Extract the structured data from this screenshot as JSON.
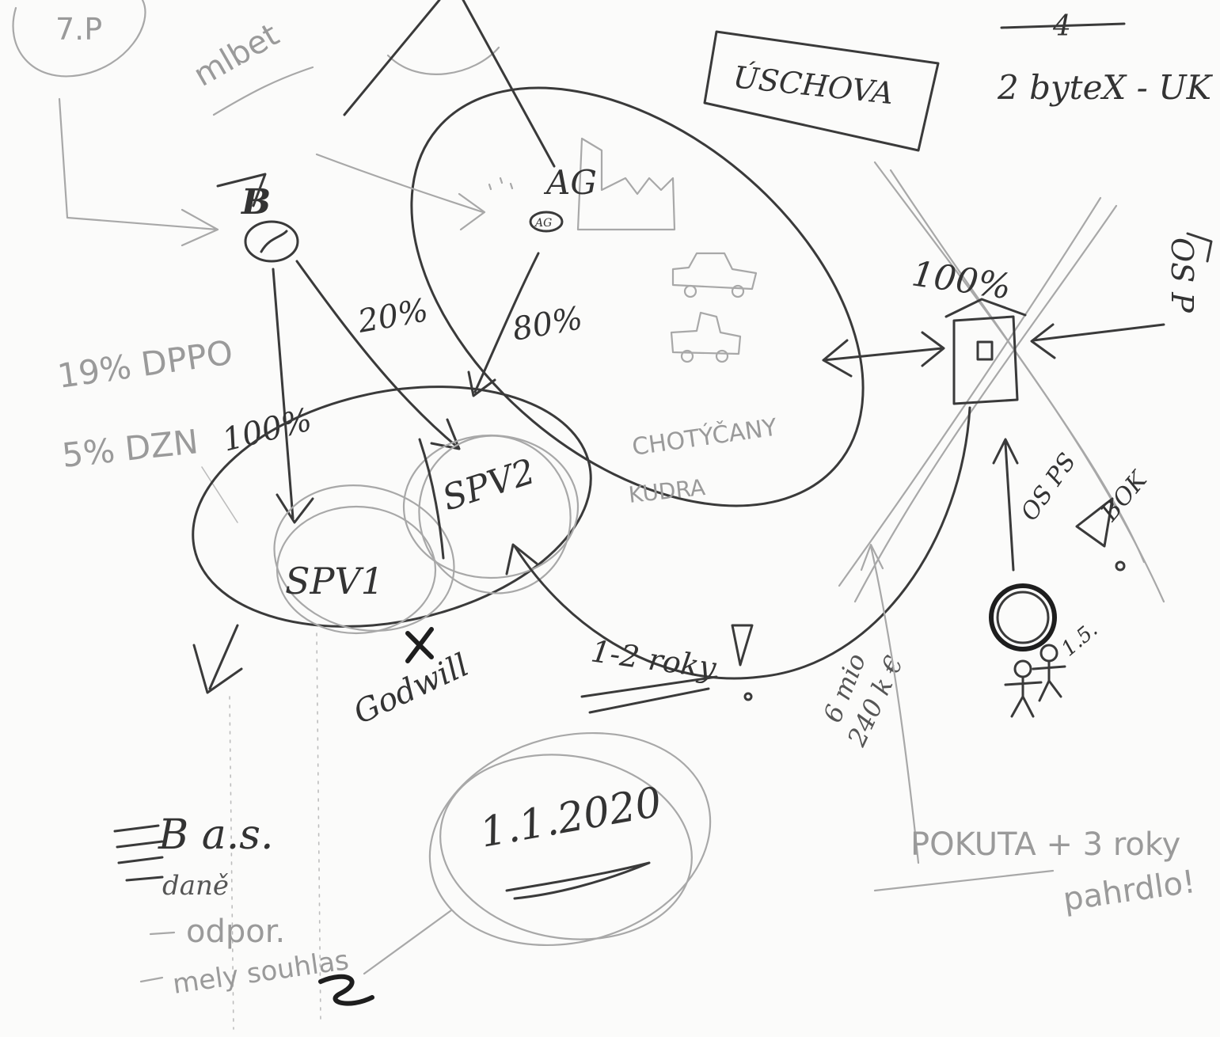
{
  "labels": {
    "top_left_fragment": "7.P",
    "top_left_word": "mlbet",
    "boxed_word": "ÚSCHOVA",
    "top_right_count": "4",
    "top_right_phrase": "2 byteX - UK",
    "node_b": "B",
    "node_ag": "AG",
    "node_ag_badge": "AG",
    "pct_20": "20%",
    "pct_80": "80%",
    "pct_100_left": "100%",
    "pct_100_right": "100%",
    "tax_line_1": "19% DPPO",
    "tax_line_2": "5% DZN",
    "spv1": "SPV1",
    "spv2": "SPV2",
    "region_name": "CHOTÝČANY",
    "region_sub": "KUDRA",
    "rights_os_a": "OS P",
    "rights_os_b": "OS PS",
    "rights_bok": "BOK",
    "family_mark": "1.5.",
    "loan_term": "1-2 roky",
    "amount_line_1": "6 mio",
    "amount_line_2": "240 k €",
    "goodwill": "Godwill",
    "date": "1.1.2020",
    "notes_title": "B a.s.",
    "notes": [
      "daně",
      "odpor.",
      "mely souhlas"
    ],
    "penalty_line_1": "POKUTA + 3 roky",
    "penalty_line_2": "pahrdlo!"
  }
}
